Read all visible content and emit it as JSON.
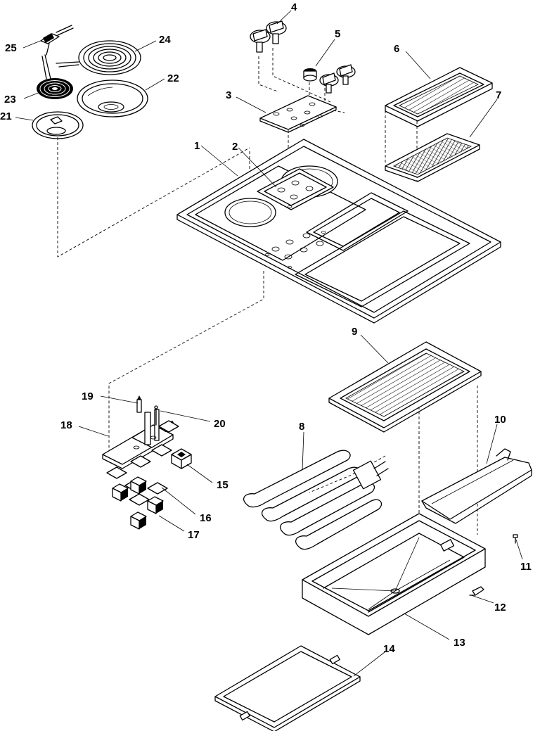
{
  "diagram": {
    "callouts": {
      "p1": "1",
      "p2": "2",
      "p3": "3",
      "p4": "4",
      "p5": "5",
      "p6": "6",
      "p7": "7",
      "p8": "8",
      "p9": "9",
      "p10": "10",
      "p11": "11",
      "p12": "12",
      "p13": "13",
      "p14": "14",
      "p15": "15",
      "p16": "16",
      "p17": "17",
      "p18": "18",
      "p19": "19",
      "p20": "20",
      "p21": "21",
      "p22": "22",
      "p23": "23",
      "p24": "24",
      "p25": "25"
    }
  }
}
